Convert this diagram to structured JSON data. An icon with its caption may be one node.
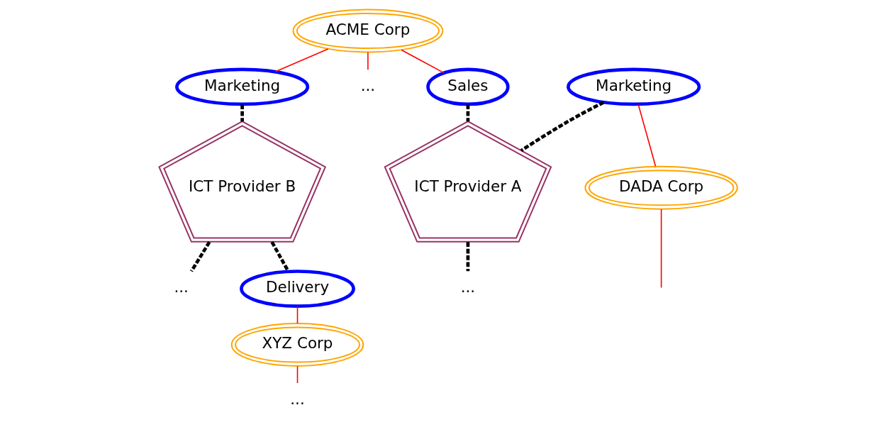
{
  "diagram": {
    "nodes": [
      {
        "text": [
          "ACME Corp"
        ]
      },
      {
        "text": [
          "Sales"
        ]
      },
      {
        "text": [
          "Marketing"
        ]
      },
      {
        "text": [
          "ICT Provider A"
        ]
      },
      {
        "text": [
          "DADA Corp"
        ]
      },
      {
        "text": [
          "Marketing"
        ]
      },
      {
        "text": [
          "ICT Provider B"
        ]
      },
      {
        "text": [
          "Delivery"
        ]
      },
      {
        "text": [
          "XYZ Corp"
        ]
      },
      {
        "text": [
          "..."
        ]
      },
      {
        "text": [
          "..."
        ]
      },
      {
        "text": [
          "..."
        ]
      },
      {
        "text": [
          "..."
        ]
      }
    ],
    "edges": [
      {
        "from": 0,
        "to": 1,
        "arrow": "none"
      },
      {
        "from": 0,
        "to": 5,
        "arrow": "none"
      },
      {
        "from": 0,
        "to": 9,
        "arrow": "none"
      },
      {
        "from": 1,
        "to": 3,
        "arrow": "none",
        "style": "dashed",
        "color": "#000000"
      },
      {
        "from": 2,
        "to": 3,
        "arrow": "none",
        "style": "dashed",
        "color": "#000000"
      },
      {
        "from": 2,
        "to": 4,
        "arrow": "none"
      },
      {
        "from": 4,
        "to": null,
        "arrow": "none"
      },
      {
        "from": 3,
        "to": 10,
        "arrow": "none",
        "style": "dashed",
        "color": "#000000"
      },
      {
        "from": 5,
        "to": 6,
        "arrow": "none",
        "style": "dashed",
        "color": "#000000"
      },
      {
        "from": 6,
        "to": 11,
        "arrow": "none",
        "style": "dashed",
        "color": "#000000"
      },
      {
        "from": 6,
        "to": 7,
        "arrow": "none",
        "style": "dashed",
        "color": "#000000"
      },
      {
        "from": 7,
        "to": 8,
        "arrow": "none"
      },
      {
        "from": 8,
        "to": 12,
        "arrow": "none"
      }
    ]
  }
}
